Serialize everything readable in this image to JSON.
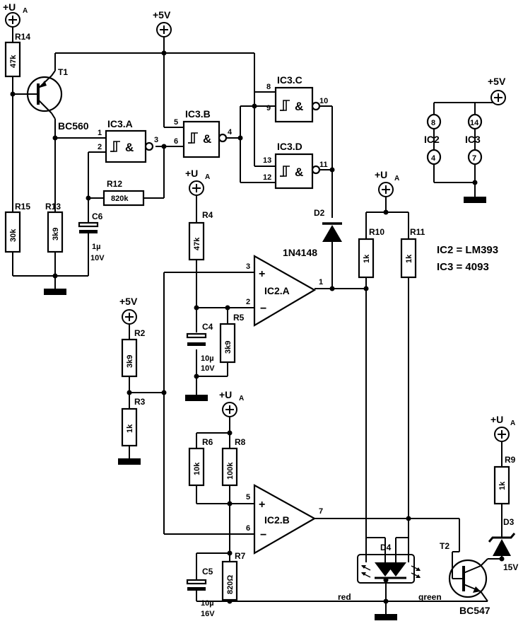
{
  "supplies": {
    "plus5v": "+5V",
    "ua_main": "+U",
    "ua_sub": "A"
  },
  "transistors": {
    "t1_ref": "T1",
    "t1_type": "BC560",
    "t2_ref": "T2",
    "t2_type": "BC547"
  },
  "gates": {
    "ic3a": "IC3.A",
    "ic3b": "IC3.B",
    "ic3c": "IC3.C",
    "ic3d": "IC3.D",
    "gate_symbol": "&"
  },
  "opamps": {
    "ic2a": "IC2.A",
    "ic2b": "IC2.B"
  },
  "resistors": {
    "r2": {
      "ref": "R2",
      "value": "3k9"
    },
    "r3": {
      "ref": "R3",
      "value": "1k"
    },
    "r4": {
      "ref": "R4",
      "value": "47k"
    },
    "r5": {
      "ref": "R5",
      "value": "3k9"
    },
    "r6": {
      "ref": "R6",
      "value": "10k"
    },
    "r7": {
      "ref": "R7",
      "value": "820Ω"
    },
    "r8": {
      "ref": "R8",
      "value": "100k"
    },
    "r9": {
      "ref": "R9",
      "value": "1k"
    },
    "r10": {
      "ref": "R10",
      "value": "1k"
    },
    "r11": {
      "ref": "R11",
      "value": "1k"
    },
    "r12": {
      "ref": "R12",
      "value": "820k"
    },
    "r13": {
      "ref": "R13",
      "value": "3k9"
    },
    "r14": {
      "ref": "R14",
      "value": "47k"
    },
    "r15": {
      "ref": "R15",
      "value": "30k"
    }
  },
  "capacitors": {
    "c4": {
      "ref": "C4",
      "value": "10µ",
      "voltage": "10V"
    },
    "c5": {
      "ref": "C5",
      "value": "10µ",
      "voltage": "16V"
    },
    "c6": {
      "ref": "C6",
      "value": "1µ",
      "voltage": "10V"
    }
  },
  "diodes": {
    "d2_ref": "D2",
    "d2_type": "1N4148",
    "d3_ref": "D3",
    "d3_type": "15V",
    "d4_ref": "D4",
    "led_red": "red",
    "led_green": "green"
  },
  "pins": {
    "ic3a_in1": "1",
    "ic3a_in2": "2",
    "ic3a_out": "3",
    "ic3b_in1": "5",
    "ic3b_in2": "6",
    "ic3b_out": "4",
    "ic3c_in1": "8",
    "ic3c_in2": "9",
    "ic3c_out": "10",
    "ic3d_in1": "13",
    "ic3d_in2": "12",
    "ic3d_out": "11",
    "ic2a_plus": "3",
    "ic2a_minus": "2",
    "ic2a_out": "1",
    "ic2b_plus": "5",
    "ic2b_minus": "6",
    "ic2b_out": "7"
  },
  "power_box": {
    "ic2_label": "IC2",
    "ic3_label": "IC3",
    "ic2_vcc": "8",
    "ic2_gnd": "4",
    "ic3_vdd": "14",
    "ic3_vss": "7"
  },
  "notes": {
    "ic2_type": "IC2 = LM393",
    "ic3_type": "IC3 = 4093"
  }
}
